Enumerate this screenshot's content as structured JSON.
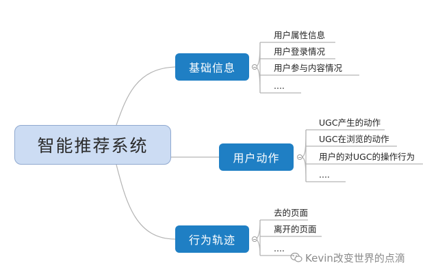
{
  "root": {
    "label": "智能推荐系统"
  },
  "branches": [
    {
      "label": "基础信息",
      "leaves": [
        "用户属性信息",
        "用户登录情况",
        "用户参与内容情况",
        "...."
      ]
    },
    {
      "label": "用户动作",
      "leaves": [
        "UGC产生的动作",
        "UGC在浏览的动作",
        "用户的对UGC的操作行为",
        "...."
      ]
    },
    {
      "label": "行为轨迹",
      "leaves": [
        "去的页面",
        "离开的页面",
        "...."
      ]
    }
  ],
  "watermark": {
    "text": "Kevin改变世界的点滴",
    "icon": "wechat-icon"
  },
  "colors": {
    "branch_fill": "#1f7fc4",
    "root_fill": "#ccdcf3",
    "connector": "#b3b3b3"
  }
}
